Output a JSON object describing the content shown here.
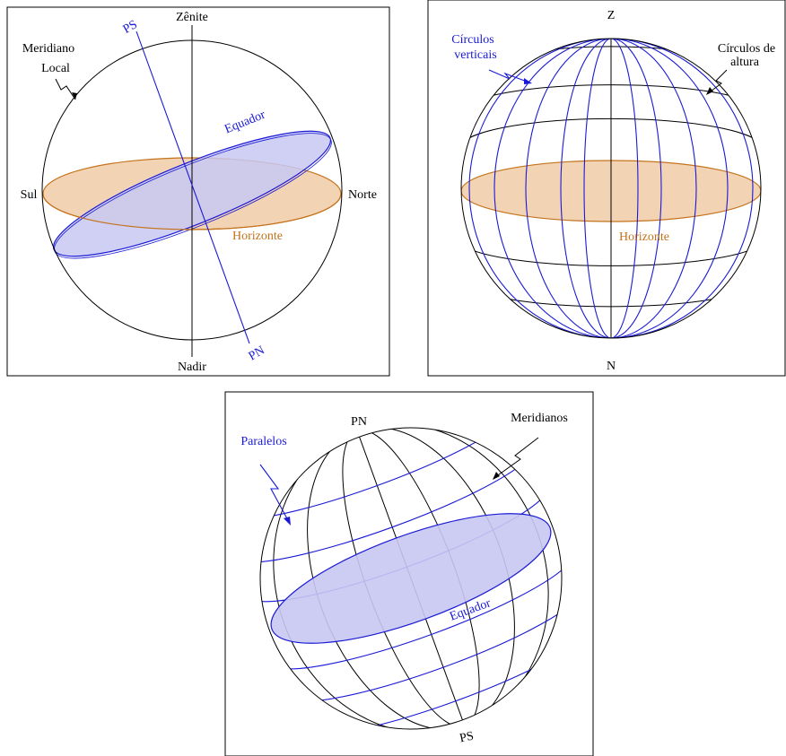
{
  "panel1": {
    "zenith": "Zênite",
    "nadir": "Nadir",
    "south_pole": "PS",
    "north_pole": "PN",
    "meridian_line1": "Meridiano",
    "meridian_line2": "Local",
    "equator": "Equador",
    "south": "Sul",
    "north": "Norte",
    "horizon": "Horizonte"
  },
  "panel2": {
    "zenith": "Z",
    "nadir": "N",
    "vertical_circles_line1": "Círculos",
    "vertical_circles_line2": "verticais",
    "altitude_circles_line1": "Círculos de",
    "altitude_circles_line2": "altura",
    "horizon": "Horizonte"
  },
  "panel3": {
    "north_pole": "PN",
    "south_pole": "PS",
    "parallels": "Paralelos",
    "meridians": "Meridianos",
    "equator": "Equador"
  },
  "colors": {
    "blue": "#1a1ad6",
    "orange": "#c4731c",
    "horizon_fill": "#f2d3b4",
    "equator_fill": "#c8c8f2"
  }
}
